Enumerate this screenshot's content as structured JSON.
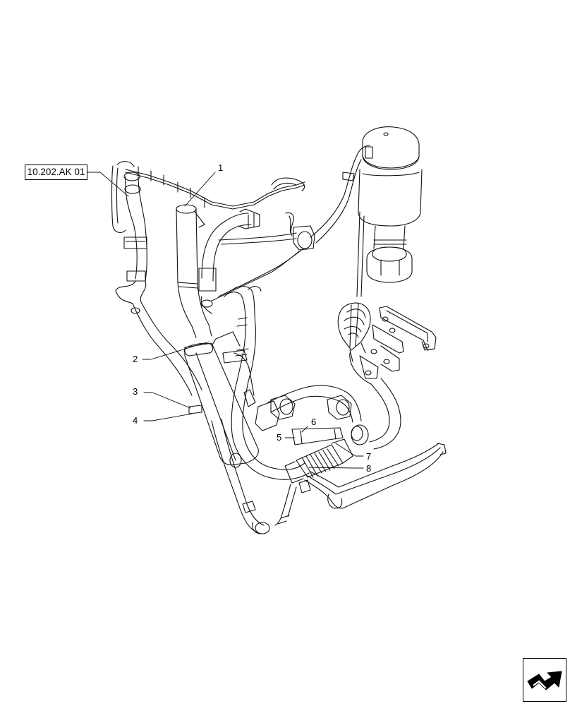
{
  "reference": {
    "label": "10.202.AK 01"
  },
  "callouts": [
    {
      "id": "1",
      "label": "1"
    },
    {
      "id": "2",
      "label": "2"
    },
    {
      "id": "3",
      "label": "3"
    },
    {
      "id": "4",
      "label": "4"
    },
    {
      "id": "5",
      "label": "5"
    },
    {
      "id": "6",
      "label": "6"
    },
    {
      "id": "7",
      "label": "7"
    },
    {
      "id": "8",
      "label": "8"
    }
  ],
  "navigation": {
    "icon": "arrow-next-icon"
  }
}
